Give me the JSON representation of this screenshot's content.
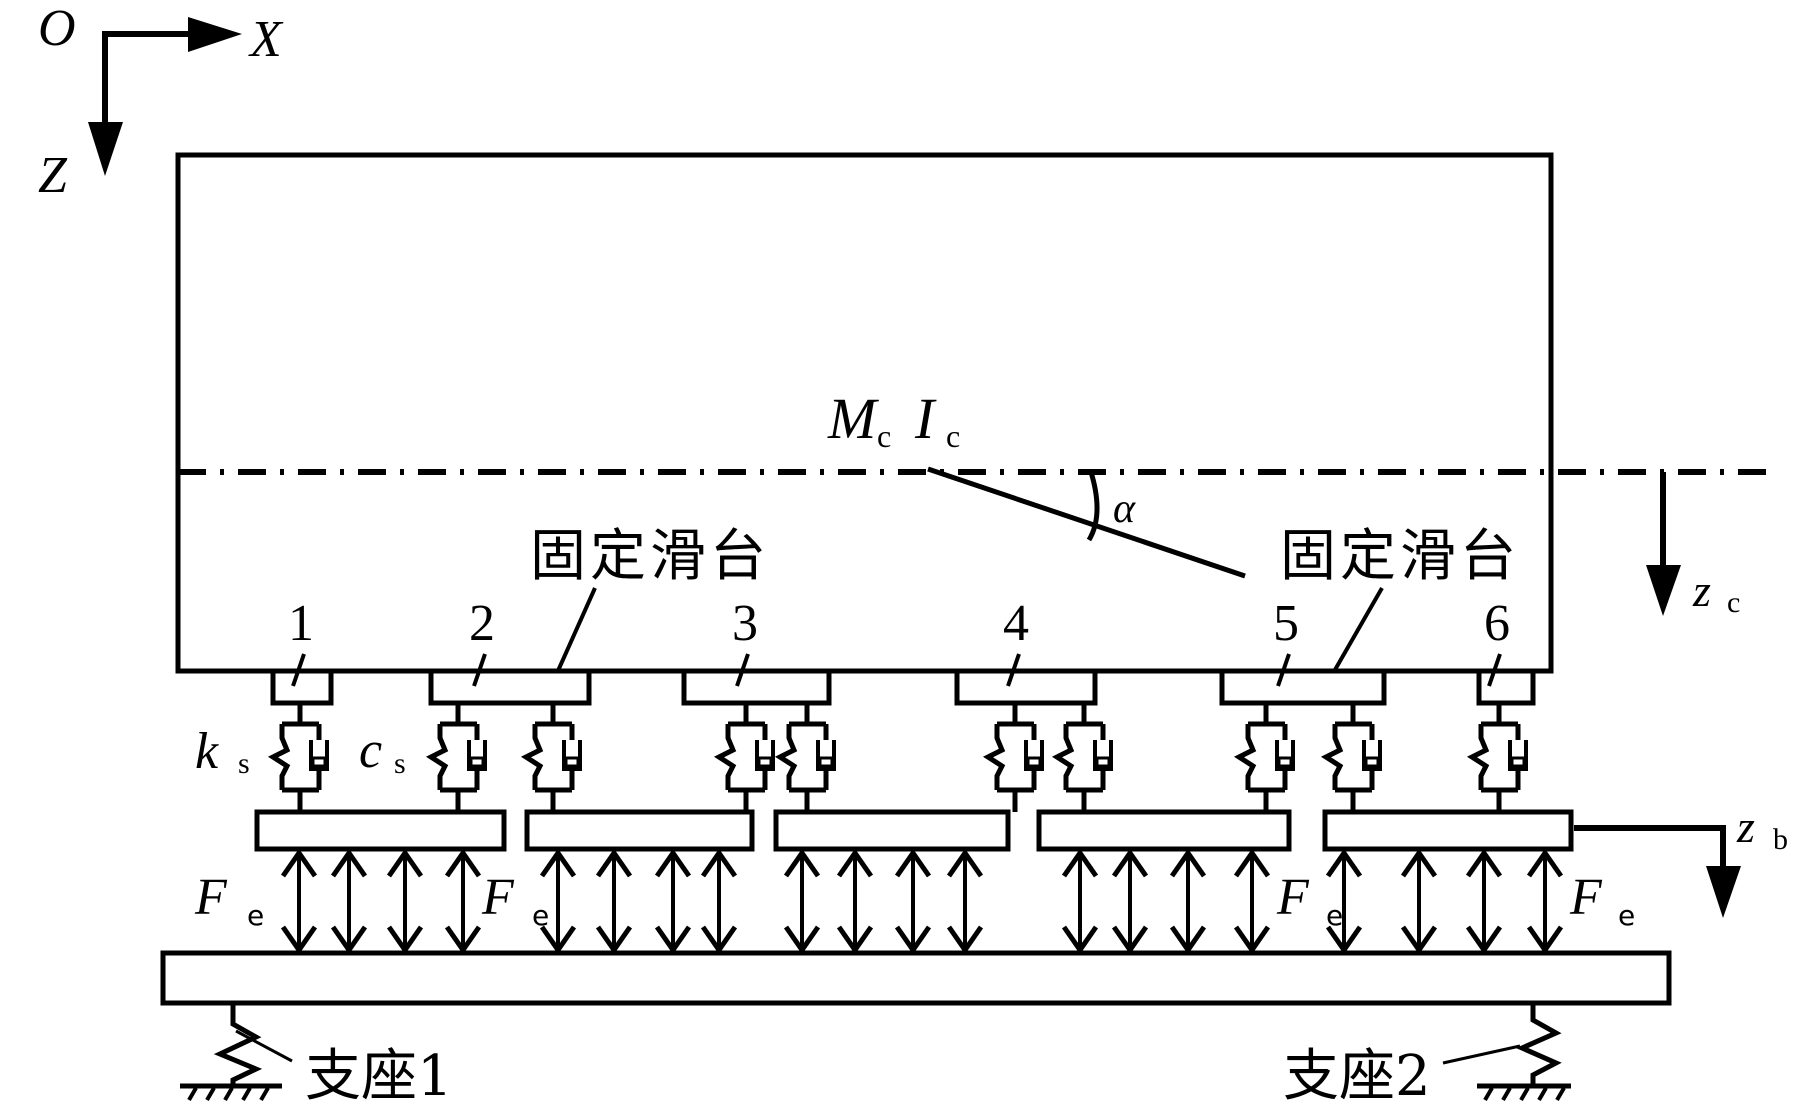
{
  "axes": {
    "origin_label": "O",
    "x_label": "X",
    "z_label": "Z"
  },
  "car_body": {
    "mass_label": "M",
    "mass_sub": "c",
    "inertia_label": "I",
    "inertia_sub": "c",
    "pitch_angle_label": "α",
    "vertical_disp_label": "z",
    "vertical_disp_sub": "c"
  },
  "fixed_slide_label_left": "固定滑台",
  "fixed_slide_label_right": "固定滑台",
  "suspension": {
    "stiffness_label": "k",
    "stiffness_sub": "s",
    "damping_label": "c",
    "damping_sub": "s",
    "module_numbers": [
      "1",
      "2",
      "3",
      "4",
      "5",
      "6"
    ]
  },
  "bogie": {
    "vertical_disp_label": "z",
    "vertical_disp_sub": "b"
  },
  "electromagnetic_force": {
    "label": "F",
    "sub": "e",
    "arrows_per_magnet": 4,
    "magnet_count": 5
  },
  "supports": {
    "left_label": "支座1",
    "right_label": "支座2"
  }
}
